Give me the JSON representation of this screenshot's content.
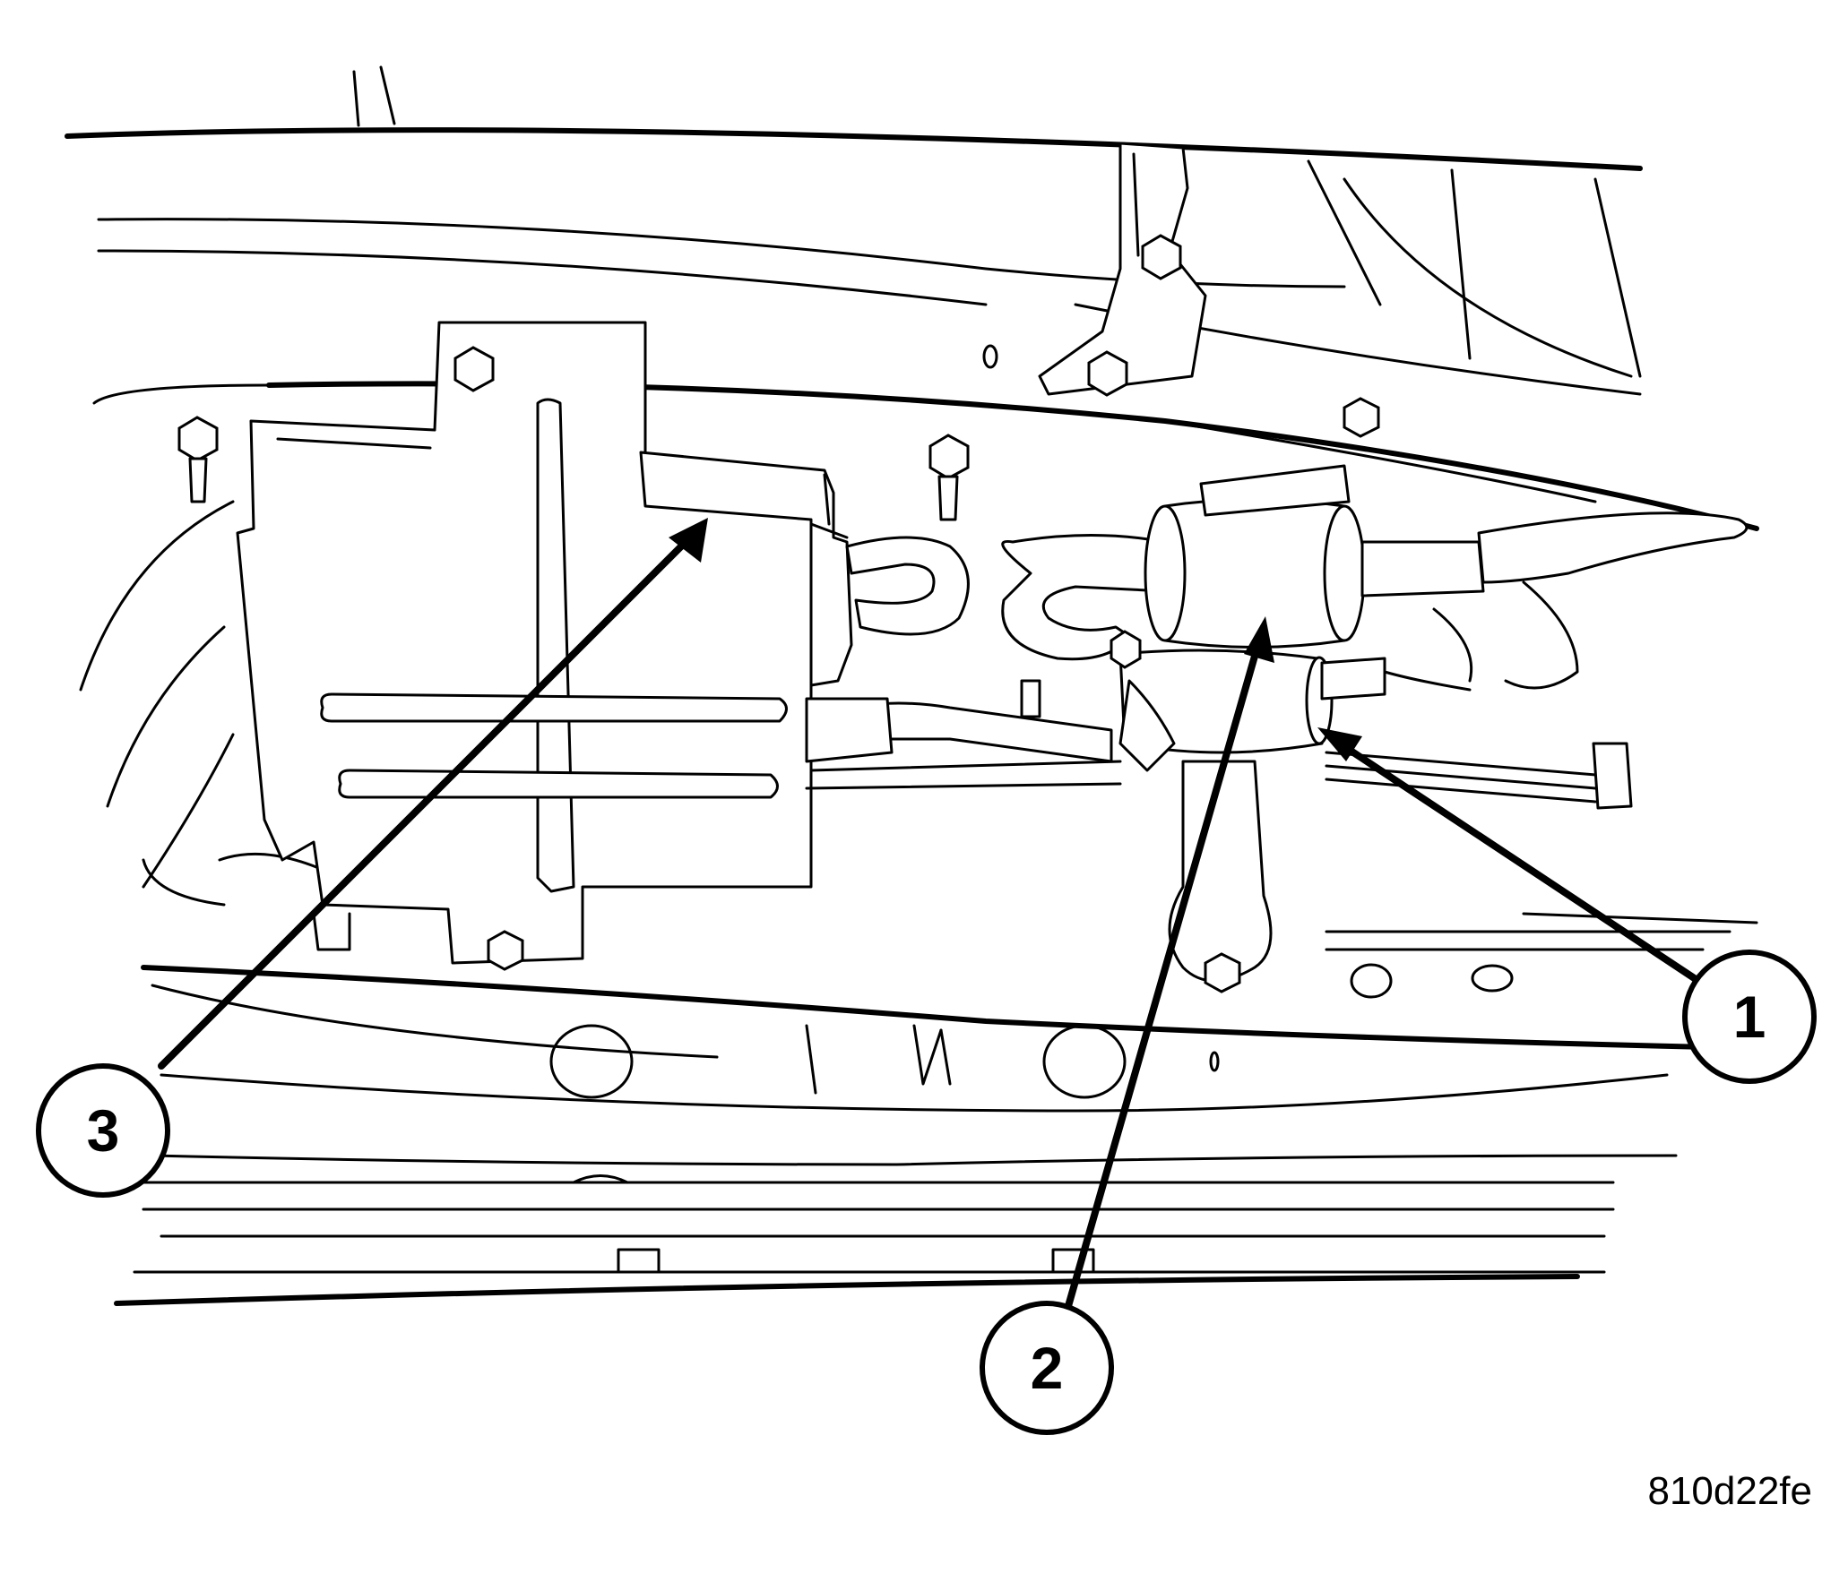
{
  "callouts": [
    {
      "id": "callout-1",
      "label": "1"
    },
    {
      "id": "callout-2",
      "label": "2"
    },
    {
      "id": "callout-3",
      "label": "3"
    }
  ],
  "figure_id": "810d22fe",
  "colors": {
    "line": "#000000",
    "background": "#ffffff"
  }
}
